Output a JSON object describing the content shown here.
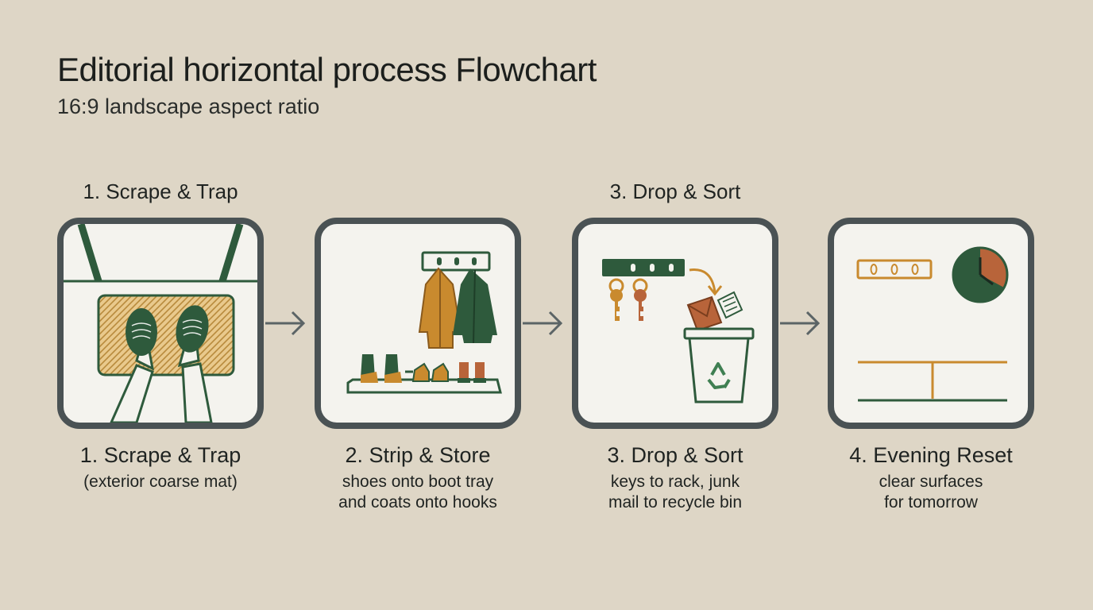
{
  "title": "Editorial horizontal process Flowchart",
  "subtitle": "16:9 landscape aspect ratio",
  "top_labels": [
    "1. Scrape & Trap",
    "3. Drop & Sort"
  ],
  "steps": [
    {
      "heading": "1. Scrape & Trap",
      "desc": [
        "(exterior coarse mat)"
      ],
      "icon": "doormat-feet-icon"
    },
    {
      "heading": "2. Strip & Store",
      "desc": [
        "shoes onto boot tray",
        "and coats onto hooks"
      ],
      "icon": "coat-hooks-boot-tray-icon"
    },
    {
      "heading": "3. Drop & Sort",
      "desc": [
        "keys to rack, junk",
        "mail to recycle bin"
      ],
      "icon": "key-rack-recycle-bin-icon"
    },
    {
      "heading": "4. Evening Reset",
      "desc": [
        "clear surfaces",
        "for tomorrow"
      ],
      "icon": "clear-surface-clock-icon"
    }
  ],
  "colors": {
    "background": "#ded6c6",
    "card": "#f4f3ee",
    "card_border": "#4a5254",
    "green": "#2e5a3c",
    "ochre": "#c98a2e",
    "rust": "#b8643a",
    "arrow": "#5b6466"
  }
}
